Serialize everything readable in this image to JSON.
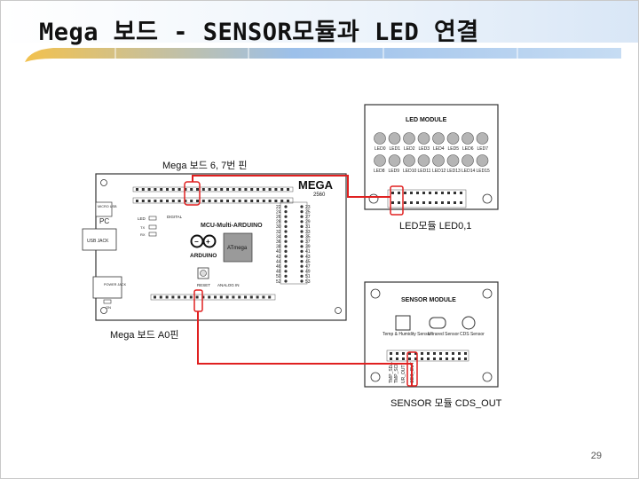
{
  "slide": {
    "title": "Mega 보드 - SENSOR모듈과 LED 연결",
    "page_number": "29"
  },
  "mega_board": {
    "logo": "MEGA",
    "model": "2560",
    "pc_label": "PC",
    "micro_usb": "MICRO USB",
    "usb_jack": "USB JACK",
    "power_jack": "POWER JACK",
    "on_label": "ON",
    "led_label": "LED",
    "tx_label": "TX",
    "rx_label": "RX",
    "digital_label": "DIGITAL",
    "analog_label": "ANALOG IN",
    "reset_label": "RESET",
    "board_name": "MCU-Multi-ARDUINO",
    "chip_label": "ATmega",
    "arduino_label": "ARDUINO",
    "pin_rows_left": [
      "22",
      "24",
      "26",
      "28",
      "30",
      "32",
      "34",
      "36",
      "38",
      "40",
      "42",
      "44",
      "46",
      "48",
      "50",
      "52"
    ],
    "pin_rows_right": [
      "23",
      "25",
      "27",
      "29",
      "31",
      "33",
      "35",
      "37",
      "39",
      "41",
      "43",
      "45",
      "47",
      "49",
      "51",
      "53"
    ],
    "top_note": "Mega 보드 6, 7번 핀",
    "bottom_note": "Mega 보드 A0핀"
  },
  "led_module": {
    "title": "LED MODULE",
    "row1": [
      "LED0",
      "LED1",
      "LED2",
      "LED3",
      "LED4",
      "LED5",
      "LED6",
      "LED7"
    ],
    "row2": [
      "LED8",
      "LED9",
      "LED10",
      "LED11",
      "LED12",
      "LED13",
      "LED14",
      "LED15"
    ],
    "caption": "LED모듈 LED0,1"
  },
  "sensor_module": {
    "title": "SENSOR MODULE",
    "sensors": [
      "Temp & Humidity Sensor",
      "Ultrared Sensor",
      "CDS Sensor"
    ],
    "pins": [
      "TMP_SDA",
      "TMP_SCL",
      "UR_OUT",
      "CDS_OUT"
    ],
    "caption": "SENSOR 모듈 CDS_OUT"
  },
  "colors": {
    "wire": "#e02020",
    "band_light": "#dce9f7",
    "band_mid": "#6fa0d8",
    "band_accent": "#f2c14e",
    "board_border": "#333333"
  }
}
